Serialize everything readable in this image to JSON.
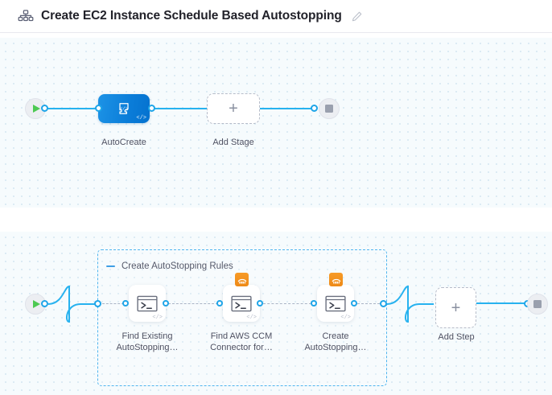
{
  "header": {
    "icon": "pipeline-nodes-icon",
    "title": "Create EC2 Instance Schedule Based Autostopping",
    "edit_icon": "edit-pencil-icon"
  },
  "colors": {
    "accent_blue": "#27b2ef",
    "node_blue": "#0a7cd8",
    "group_border": "#4fb5ef",
    "aws_orange": "#ee8a17",
    "play_green": "#4dc952",
    "stop_gray": "#9aa0ae",
    "canvas_bg": "#f6fbfd",
    "grid_dot": "#d7e8f2"
  },
  "stage_canvas": {
    "name": "stage-canvas",
    "start_node": {
      "icon": "play-icon",
      "label": ""
    },
    "end_node": {
      "icon": "stop-icon",
      "label": ""
    },
    "stages": [
      {
        "label": "AutoCreate",
        "icon": "custom-stage-code-icon",
        "badge": "</>",
        "selected": true
      }
    ],
    "add_stage": {
      "label": "Add Stage",
      "icon": "plus-icon"
    }
  },
  "step_canvas": {
    "name": "step-canvas",
    "start_node": {
      "icon": "play-icon"
    },
    "end_node": {
      "icon": "stop-icon"
    },
    "step_group": {
      "label": "Create AutoStopping Rules",
      "collapse_icon": "minus-icon",
      "steps": [
        {
          "label_line1": "Find Existing",
          "label_line2": "AutoStopping…",
          "icon": "terminal-icon",
          "badge": "</>",
          "connector_badge": null
        },
        {
          "label_line1": "Find AWS CCM",
          "label_line2": "Connector for…",
          "icon": "terminal-icon",
          "badge": "</>",
          "connector_badge": "aws-ccm-icon"
        },
        {
          "label_line1": "Create",
          "label_line2": "AutoStopping…",
          "icon": "terminal-icon",
          "badge": "</>",
          "connector_badge": "aws-ccm-icon"
        }
      ]
    },
    "add_step": {
      "label": "Add Step",
      "icon": "plus-icon"
    }
  }
}
